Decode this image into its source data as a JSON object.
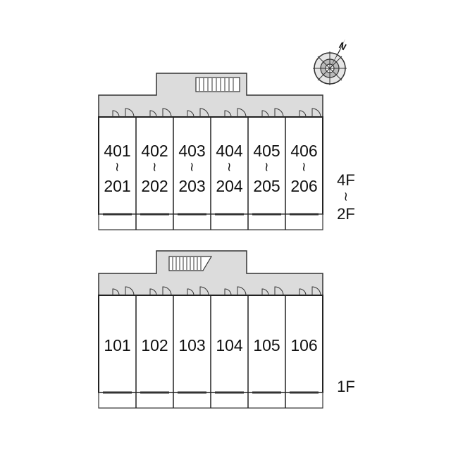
{
  "upper_block": {
    "floor_top": "4F",
    "floor_range_symbol": "~",
    "floor_bottom": "2F",
    "units": [
      {
        "top": "401",
        "sep": "~",
        "bottom": "201"
      },
      {
        "top": "402",
        "sep": "~",
        "bottom": "202"
      },
      {
        "top": "403",
        "sep": "~",
        "bottom": "203"
      },
      {
        "top": "404",
        "sep": "~",
        "bottom": "204"
      },
      {
        "top": "405",
        "sep": "~",
        "bottom": "205"
      },
      {
        "top": "406",
        "sep": "~",
        "bottom": "206"
      }
    ]
  },
  "lower_block": {
    "floor": "1F",
    "units": [
      "101",
      "102",
      "103",
      "104",
      "105",
      "106"
    ]
  },
  "compass": {
    "label": "N",
    "icon": "compass-rose-icon"
  },
  "colors": {
    "corridor": "#dcdcdc",
    "line": "#333333",
    "background": "#ffffff"
  }
}
